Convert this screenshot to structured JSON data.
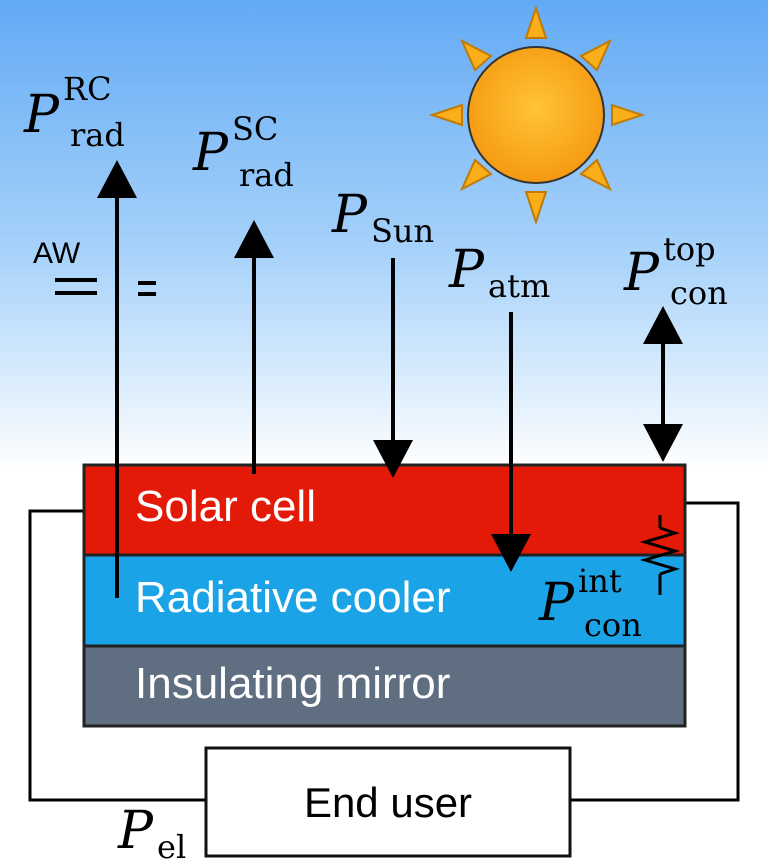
{
  "layers": {
    "solar_cell": {
      "label": "Solar cell",
      "color": "#e31a07"
    },
    "radiative_cooler": {
      "label": "Radiative cooler",
      "color": "#1aa3e6"
    },
    "insulating_mirror": {
      "label": "Insulating mirror",
      "color": "#5f6e80"
    }
  },
  "end_user": {
    "label": "End user"
  },
  "fluxes": {
    "p_rad_rc": {
      "symbol": "P",
      "sub": "rad",
      "sup": "RC"
    },
    "p_rad_sc": {
      "symbol": "P",
      "sub": "rad",
      "sup": "SC"
    },
    "p_sun": {
      "symbol": "P",
      "sub": "Sun"
    },
    "p_atm": {
      "symbol": "P",
      "sub": "atm"
    },
    "p_con_top": {
      "symbol": "P",
      "sub": "con",
      "sup": "top"
    },
    "p_con_int": {
      "symbol": "P",
      "sub": "con",
      "sup": "int"
    },
    "p_el": {
      "symbol": "P",
      "sub": "el"
    }
  },
  "aw_note": {
    "text": "AW"
  },
  "colors": {
    "sky_top": "#6ab0f5",
    "sky_bottom": "#ffffff",
    "sun": "#f7a81b",
    "sun_ray": "#f7a81b"
  },
  "icons": {
    "sun": "sun-icon",
    "resistor": "resistor-icon"
  }
}
